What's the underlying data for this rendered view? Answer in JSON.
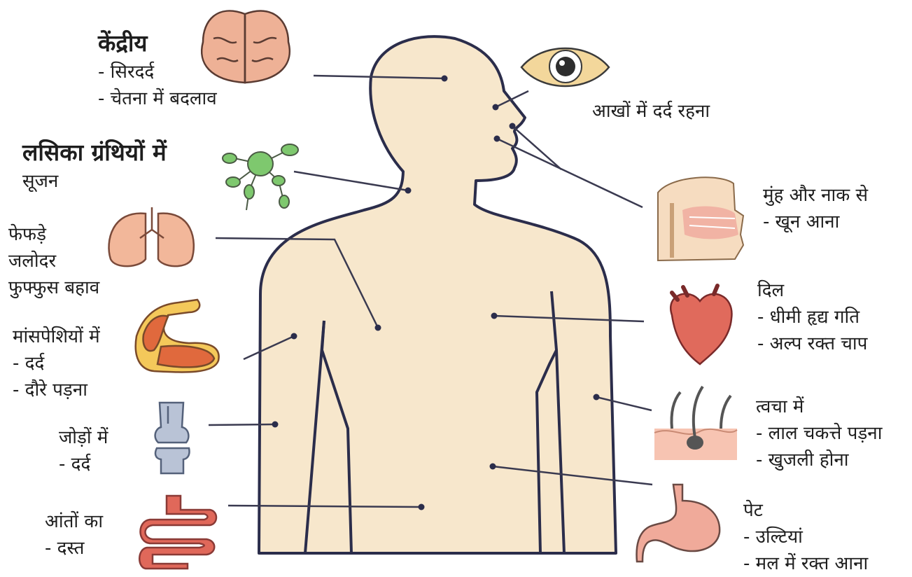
{
  "colors": {
    "body_fill": "#f7e7cc",
    "outline": "#2b2d4b",
    "leader": "#3a3a50",
    "organ_pink": "#eeb196",
    "organ_red": "#e0685a",
    "lymph_green": "#7ec86e"
  },
  "labels": {
    "central": {
      "title": "केंद्रीय",
      "items": [
        "- सिरदर्द",
        "- चेतना में बदलाव"
      ]
    },
    "lymph": {
      "title": "लसिका ग्रंथियों में",
      "items": [
        "सूजन"
      ]
    },
    "lungs": {
      "title": "फेफड़े",
      "items": [
        "जलोदर",
        "फुफ्फुस बहाव"
      ]
    },
    "muscles": {
      "title": "मांसपेशियों में",
      "items": [
        "- दर्द",
        "- दौरे पड़ना"
      ]
    },
    "joints": {
      "title": "जोड़ों में",
      "items": [
        "- दर्द"
      ]
    },
    "intestines": {
      "title": "आंतों का",
      "items": [
        "- दस्त"
      ]
    },
    "eyes": {
      "title": "आखों में दर्द रहना"
    },
    "mouth_nose": {
      "title": "मुंह और नाक से",
      "items": [
        "- खून आना"
      ]
    },
    "heart": {
      "title": "दिल",
      "items": [
        "- धीमी हृद्य गति",
        "- अल्प रक्त चाप"
      ]
    },
    "skin": {
      "title": "त्वचा में",
      "items": [
        "- लाल चकत्ते पड़ना",
        "- खुजली होना"
      ]
    },
    "stomach": {
      "title": "पेट",
      "items": [
        "- उल्टियां",
        "- मल में रक्त आना"
      ]
    }
  },
  "icons": [
    "brain-icon",
    "lymph-node-icon",
    "lungs-icon",
    "muscle-arm-icon",
    "knee-joint-icon",
    "intestine-icon",
    "eye-icon",
    "nasal-cavity-icon",
    "heart-icon",
    "skin-hair-icon",
    "stomach-icon"
  ]
}
